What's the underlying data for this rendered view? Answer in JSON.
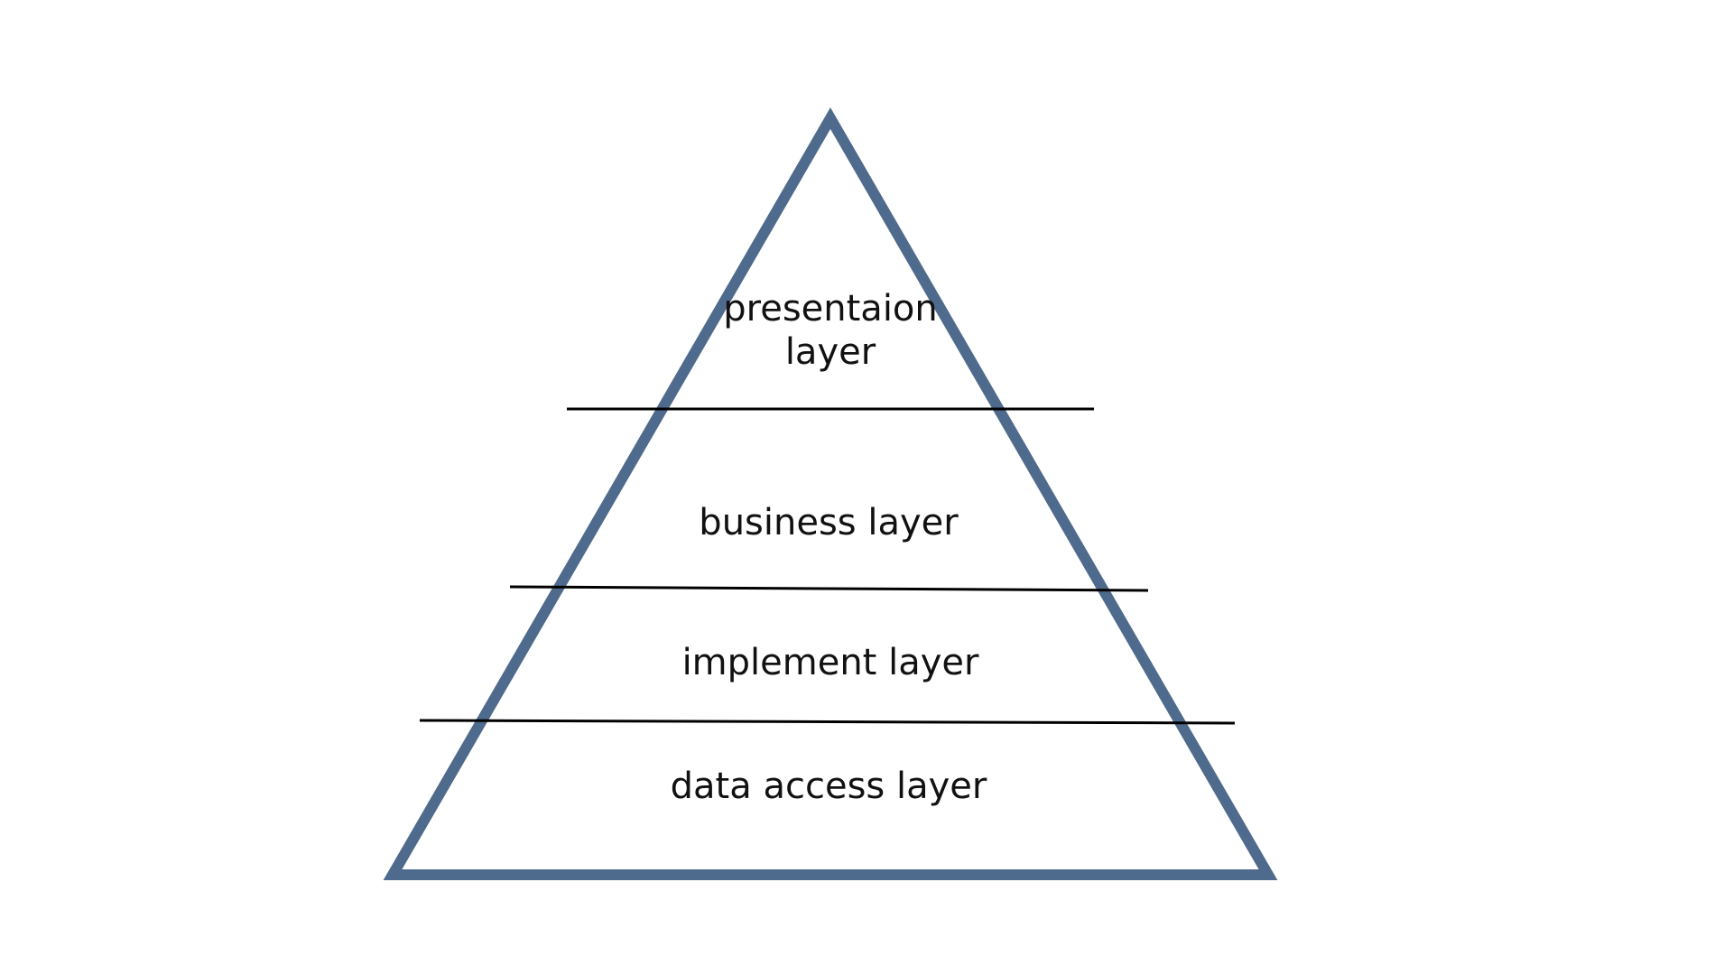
{
  "diagram": {
    "type": "layer-pyramid",
    "outline_color": "#4e6a8c",
    "divider_color": "#000000",
    "text_color": "#111111",
    "layers": [
      {
        "line1": "presentaion",
        "line2": "layer"
      },
      {
        "line1": "business layer",
        "line2": ""
      },
      {
        "line1": "implement layer",
        "line2": ""
      },
      {
        "line1": "data access layer",
        "line2": ""
      }
    ]
  }
}
